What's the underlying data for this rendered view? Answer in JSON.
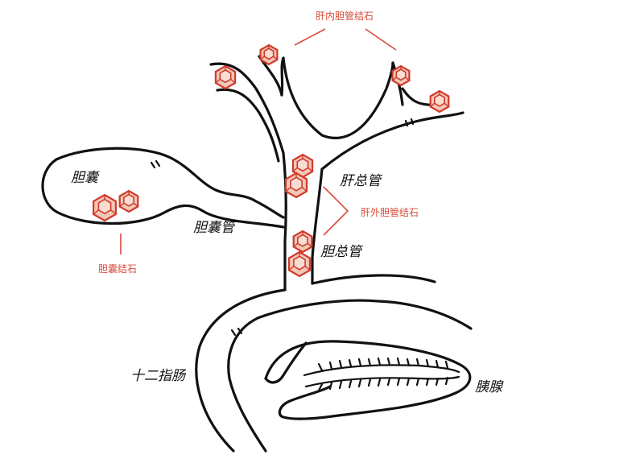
{
  "labels": {
    "intrahepatic_stones": "肝内胆管结石",
    "gallbladder": "胆囊",
    "cystic_duct": "胆囊管",
    "common_hepatic_duct": "肝总管",
    "extrahepatic_stones": "肝外胆管结石",
    "common_bile_duct": "胆总管",
    "gallbladder_stones": "胆囊结石",
    "duodenum": "十二指肠",
    "pancreas": "胰腺"
  },
  "colors": {
    "ink": "#111111",
    "stone_red": "#cf3b2b",
    "label_red": "#d94b3a"
  }
}
